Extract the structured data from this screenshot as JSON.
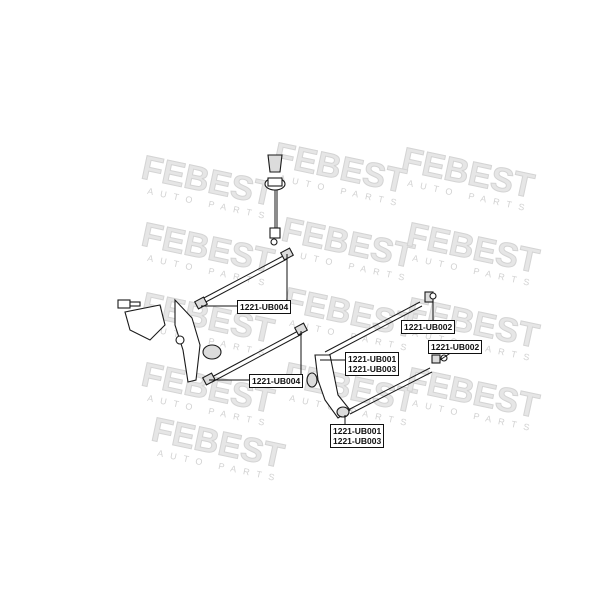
{
  "watermark": {
    "brand": "FEBEST",
    "subtitle": "AUTO PARTS"
  },
  "callouts": [
    {
      "id": "ub004-upper",
      "lines": [
        "1221-UB004"
      ]
    },
    {
      "id": "ub004-lower",
      "lines": [
        "1221-UB004"
      ]
    },
    {
      "id": "ub002-upper",
      "lines": [
        "1221-UB002"
      ]
    },
    {
      "id": "ub002-right",
      "lines": [
        "1221-UB002"
      ]
    },
    {
      "id": "ub001-003-mid",
      "lines": [
        "1221-UB001",
        "1221-UB003"
      ]
    },
    {
      "id": "ub001-003-bottom",
      "lines": [
        "1221-UB001",
        "1221-UB003"
      ]
    }
  ]
}
